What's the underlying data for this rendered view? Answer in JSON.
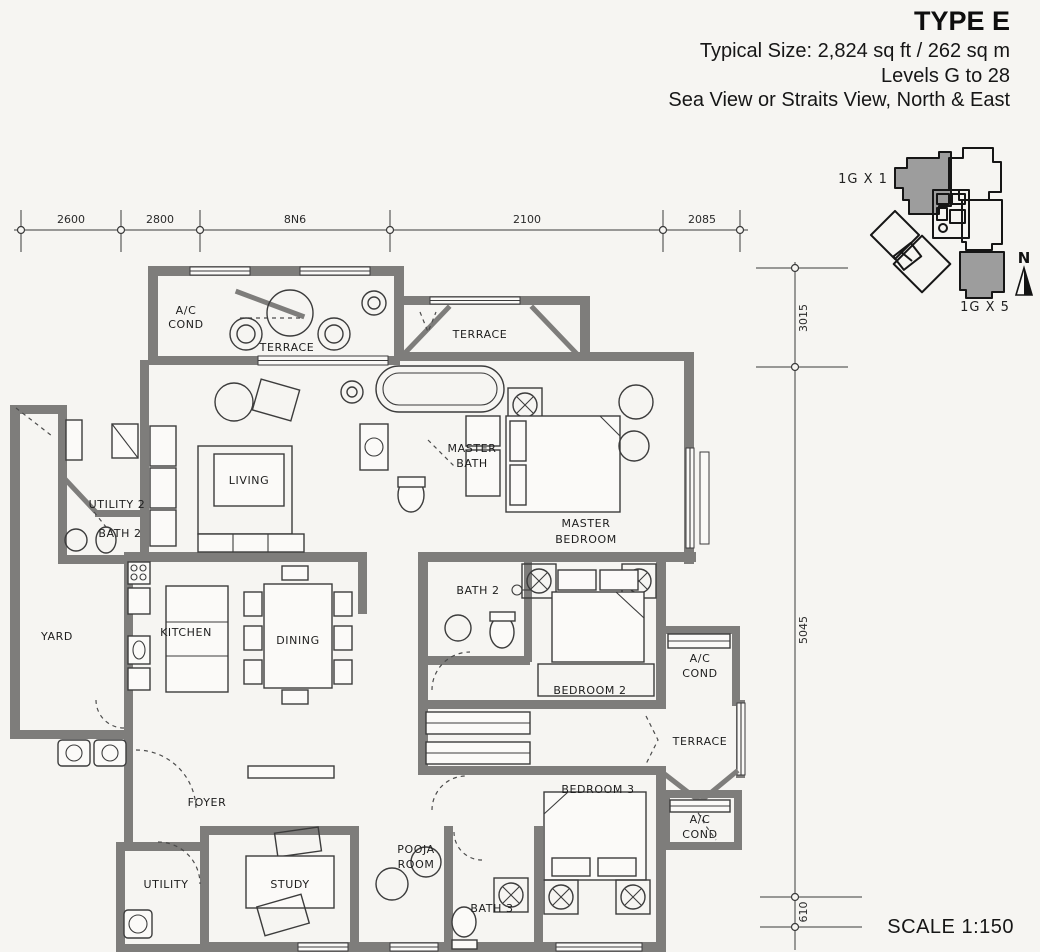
{
  "header": {
    "title": "TYPE E",
    "line1": "Typical Size: 2,824 sq ft / 262 sq m",
    "line2": "Levels G to 28",
    "line3": "Sea View or Straits View, North & East"
  },
  "key_plan": {
    "label_left": "1G X 1",
    "label_right": "1G X 5",
    "north": "N"
  },
  "dimensions": {
    "top": [
      "2600",
      "2800",
      "8N6",
      "2100",
      "2085"
    ],
    "right": [
      "3015",
      "5045",
      "610"
    ]
  },
  "rooms": {
    "ac_cond_top_1": "A/C",
    "ac_cond_top_2": "COND",
    "terrace_top": "TERRACE",
    "terrace_mid": "TERRACE",
    "master_bath_1": "MASTER",
    "master_bath_2": "BATH",
    "master_bedroom_1": "MASTER",
    "master_bedroom_2": "BEDROOM",
    "utility2": "UTILITY 2",
    "bath2_left": "BATH 2",
    "living": "LIVING",
    "yard": "YARD",
    "kitchen": "KITCHEN",
    "dining": "DINING",
    "bath2_mid": "BATH 2",
    "bedroom2": "BEDROOM 2",
    "ac_cond_right_1": "A/C",
    "ac_cond_right_2": "COND",
    "terrace_right": "TERRACE",
    "bedroom3": "BEDROOM 3",
    "ac_cond_lower_1": "A/C",
    "ac_cond_lower_2": "COND",
    "foyer": "FOYER",
    "utility": "UTILITY",
    "study": "STUDY",
    "pooja_1": "POOJA",
    "pooja_2": "ROOM",
    "bath3": "BATH 3"
  },
  "scale_label": "SCALE 1:150",
  "colors": {
    "wall": "#7e7d7b",
    "line": "#3c3c3c",
    "background": "#f6f5f2",
    "key_shade": "#9d9d9d",
    "text": "#1d1d1d"
  }
}
